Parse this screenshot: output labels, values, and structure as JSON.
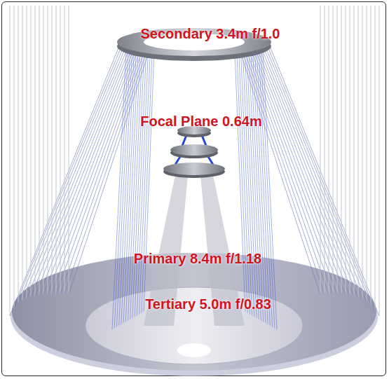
{
  "diagram": {
    "labels": [
      "Secondary 3.4m f/1.0",
      "Focal Plane 0.64m",
      "Primary 8.4m f/1.18",
      "Tertiary 5.0m f/0.83"
    ]
  }
}
